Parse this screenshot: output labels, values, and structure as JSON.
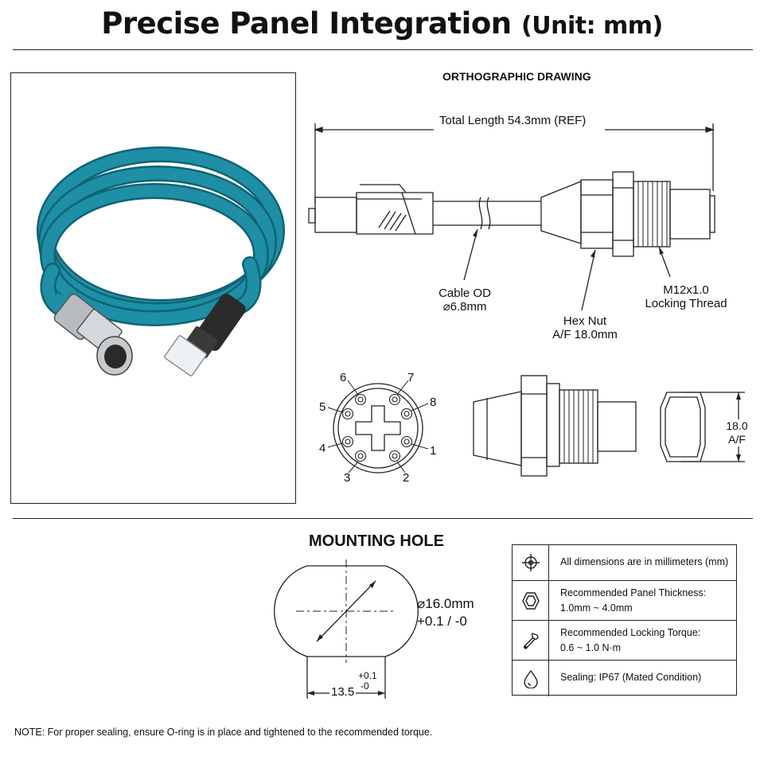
{
  "header": {
    "title": "Precise Panel Integration",
    "unit": "(Unit: mm)"
  },
  "drawing": {
    "heading": "ORTHOGRAPHIC DRAWING",
    "total_length": "Total Length 54.3mm (REF)",
    "callouts": {
      "cable_od": [
        "Cable OD",
        "⌀6.8mm"
      ],
      "hex_nut": [
        "Hex Nut",
        "A/F 18.0mm"
      ],
      "thread": [
        "M12x1.0",
        "Locking Thread"
      ]
    },
    "pin_numbers": [
      "1",
      "2",
      "3",
      "4",
      "5",
      "6",
      "7",
      "8"
    ],
    "across_flats": [
      "18.0",
      "A/F"
    ]
  },
  "mounting": {
    "heading": "MOUNTING HOLE",
    "diameter": "⌀16.0mm",
    "diameter_tol": "+0.1 / -0",
    "width": "13.5",
    "width_tol_plus": "+0.1",
    "width_tol_minus": "-0"
  },
  "notes": [
    {
      "icon": "crosshair-icon",
      "lines": [
        "All dimensions are in millimeters (mm)"
      ]
    },
    {
      "icon": "hexagon-icon",
      "lines": [
        "Recommended Panel Thickness:",
        "1.0mm ~ 4.0mm"
      ]
    },
    {
      "icon": "wrench-icon",
      "lines": [
        "Recommended Locking Torque:",
        "0.6 ~ 1.0 N·m"
      ]
    },
    {
      "icon": "water-drop-icon",
      "lines": [
        "Sealing: IP67 (Mated Condition)"
      ]
    }
  ],
  "footnote": "NOTE: For proper sealing, ensure O-ring is in place and tightened to the recommended torque.",
  "colors": {
    "cable": "#1e8fa5",
    "cable_dark": "#0f6475",
    "line": "#222222"
  }
}
